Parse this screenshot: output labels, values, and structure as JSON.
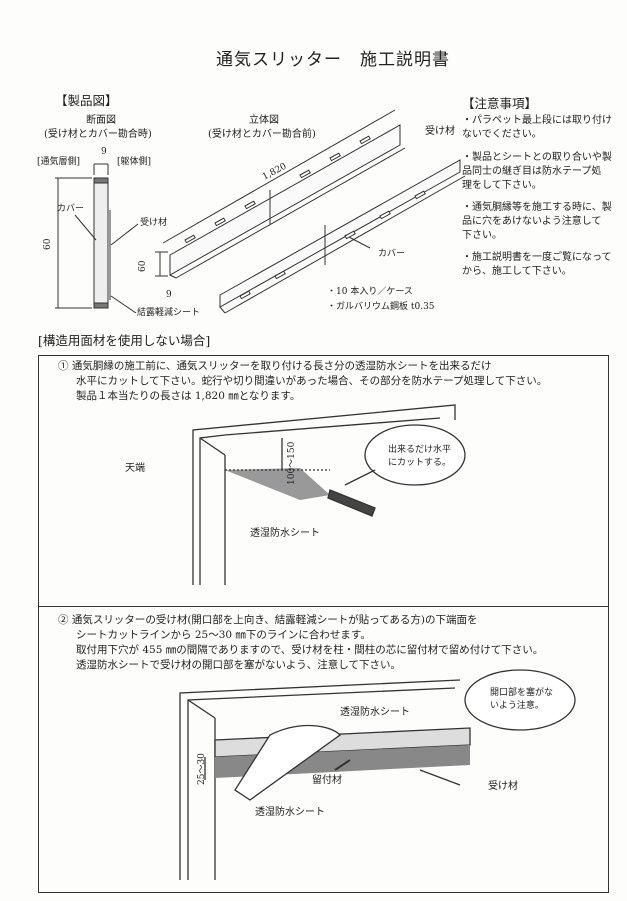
{
  "title": "通気スリッター　施工説明書",
  "product": {
    "heading": "【製品図】",
    "section": {
      "title": "断面図",
      "subtitle": "(受け材とカバー勘合時)",
      "left_label": "[通気層側]",
      "right_label": "[躯体側]",
      "width": "9",
      "height": "60",
      "cover": "カバー",
      "receiver": "受け材",
      "sheet": "結露軽減シート"
    },
    "iso": {
      "title": "立体図",
      "subtitle": "(受け材とカバー勘合前)",
      "length": "1,820",
      "height": "60",
      "depth": "9",
      "receiver": "受け材",
      "cover": "カバー"
    },
    "specs": [
      "・10 本入り／ケース",
      "・ガルバリウム鋼板 t0.35"
    ]
  },
  "notes": {
    "heading": "【注意事項】",
    "items": [
      [
        "・パラペット最上段には取り付け",
        "ないでください。"
      ],
      [
        "・製品とシートとの取り合いや製",
        "品同士の継ぎ目は防水テープ処",
        "理をして下さい。"
      ],
      [
        "・通気胴縁等を施工する時に、製",
        "品に穴をあけないよう注意して",
        "下さい。"
      ],
      [
        "・施工説明書を一度ご覧になって",
        "から、施工して下さい。"
      ]
    ]
  },
  "case_heading": "[構造用面材を使用しない場合]",
  "step1": {
    "lines": [
      "①  通気胴縁の施工前に、通気スリッターを取り付ける長さ分の透湿防水シートを出来るだけ",
      "水平にカットして下さい。蛇行や切り間違いがあった場合、その部分を防水テープ処理して下さい。",
      "製品１本当たりの長さは 1,820 ㎜となります。"
    ],
    "top_label": "天端",
    "dimension": "100～150",
    "bubble": [
      "出来るだけ水平",
      "にカットする。"
    ],
    "sheet_label": "透湿防水シート"
  },
  "step2": {
    "lines": [
      "②  通気スリッターの受け材(開口部を上向き、結露軽減シートが貼ってある方)の下端面を",
      "シートカットラインから 25～30 ㎜下のラインに合わせます。",
      "取付用下穴が 455 ㎜の間隔でありますので、受け材を柱・間柱の芯に留付材で留め付けて下さい。",
      "透湿防水シートで受け材の開口部を塞がないよう、注意して下さい。"
    ],
    "bubble": [
      "開口部を塞がな",
      "いよう注意。"
    ],
    "sheet_upper": "透湿防水シート",
    "dimension": "25～30",
    "fastener": "留付材",
    "receiver": "受け材",
    "sheet_lower": "透湿防水シート"
  }
}
